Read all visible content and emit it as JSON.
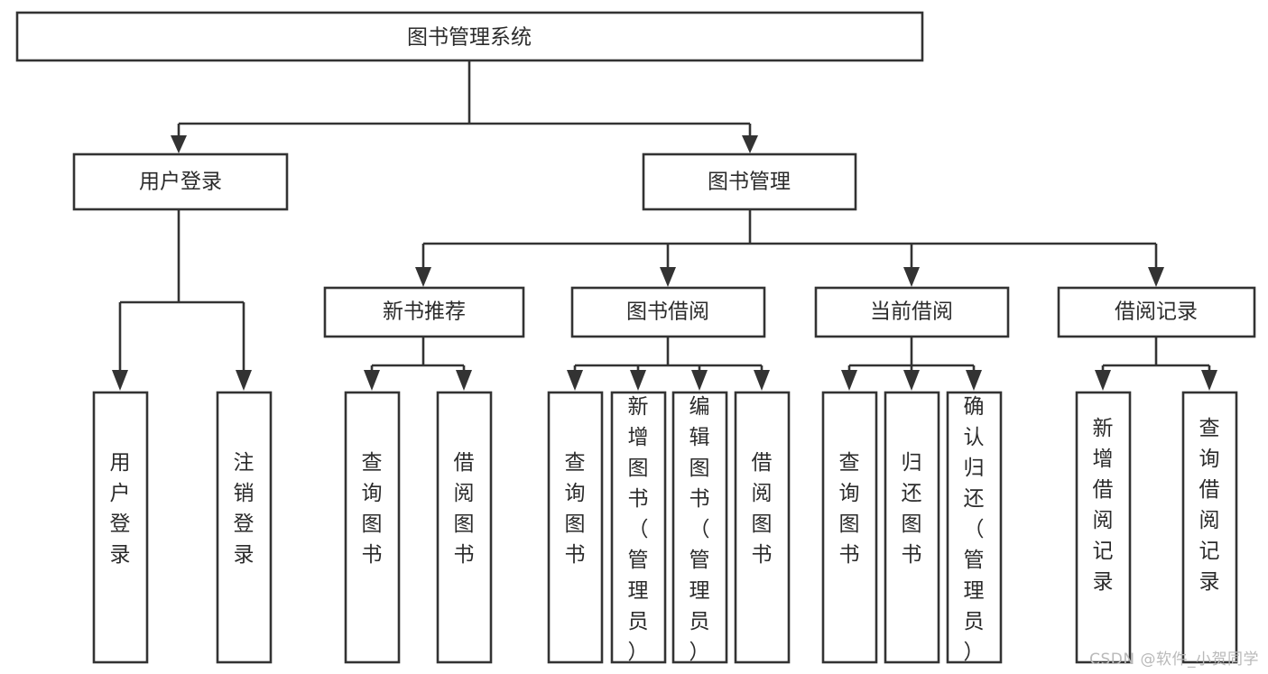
{
  "diagram": {
    "type": "tree-hierarchy",
    "title": "图书管理系统",
    "watermark": "CSDN @软件_小贺同学",
    "colors": {
      "stroke": "#333333",
      "box_fill": "#ffffff",
      "text": "#2b2b2b",
      "background": "#ffffff",
      "watermark": "#b9b9b9"
    },
    "root": {
      "label": "图书管理系统",
      "orientation": "horizontal"
    },
    "level2": [
      {
        "id": "user-login",
        "label": "用户登录",
        "orientation": "horizontal"
      },
      {
        "id": "book-management",
        "label": "图书管理",
        "orientation": "horizontal"
      }
    ],
    "level3": [
      {
        "id": "new-book-recommend",
        "label": "新书推荐",
        "parent": "book-management",
        "orientation": "horizontal"
      },
      {
        "id": "book-borrow",
        "label": "图书借阅",
        "parent": "book-management",
        "orientation": "horizontal"
      },
      {
        "id": "current-borrow",
        "label": "当前借阅",
        "parent": "book-management",
        "orientation": "horizontal"
      },
      {
        "id": "borrow-record",
        "label": "借阅记录",
        "parent": "book-management",
        "orientation": "horizontal"
      }
    ],
    "leaves": [
      {
        "id": "leaf-user-login",
        "label": "用户登录",
        "parent": "user-login",
        "orientation": "vertical"
      },
      {
        "id": "leaf-user-logout",
        "label": "注销登录",
        "parent": "user-login",
        "orientation": "vertical"
      },
      {
        "id": "leaf-query-book-1",
        "label": "查询图书",
        "parent": "new-book-recommend",
        "orientation": "vertical"
      },
      {
        "id": "leaf-borrow-book-1",
        "label": "借阅图书",
        "parent": "new-book-recommend",
        "orientation": "vertical"
      },
      {
        "id": "leaf-query-book-2",
        "label": "查询图书",
        "parent": "book-borrow",
        "orientation": "vertical"
      },
      {
        "id": "leaf-add-book",
        "label": "新增图书（管理员）",
        "parent": "book-borrow",
        "orientation": "vertical"
      },
      {
        "id": "leaf-edit-book",
        "label": "编辑图书（管理员）",
        "parent": "book-borrow",
        "orientation": "vertical"
      },
      {
        "id": "leaf-borrow-book-2",
        "label": "借阅图书",
        "parent": "book-borrow",
        "orientation": "vertical"
      },
      {
        "id": "leaf-query-book-3",
        "label": "查询图书",
        "parent": "current-borrow",
        "orientation": "vertical"
      },
      {
        "id": "leaf-return-book",
        "label": "归还图书",
        "parent": "current-borrow",
        "orientation": "vertical"
      },
      {
        "id": "leaf-confirm-return",
        "label": "确认归还（管理员）",
        "parent": "current-borrow",
        "orientation": "vertical"
      },
      {
        "id": "leaf-add-record",
        "label": "新增借阅记录",
        "parent": "borrow-record",
        "orientation": "vertical"
      },
      {
        "id": "leaf-query-record",
        "label": "查询借阅记录",
        "parent": "borrow-record",
        "orientation": "vertical"
      }
    ]
  }
}
